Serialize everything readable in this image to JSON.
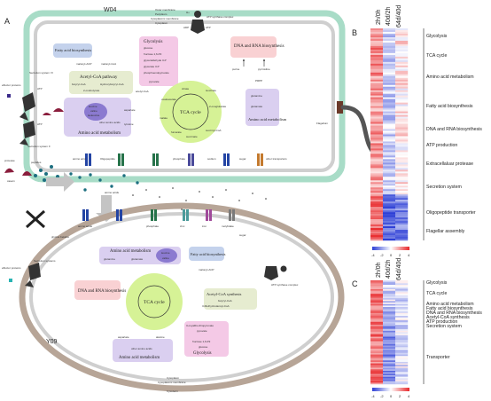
{
  "panel_labels": {
    "a": "A",
    "b": "B",
    "c": "C"
  },
  "cell_w04": {
    "name": "W04",
    "outer_membrane": "Outer membrane",
    "periplasm": "Periplasm",
    "cytoplasmic_membrane": "Cytoplasmic membrane",
    "cytoplasm": "Cytoplasm",
    "fatty_acid": "Fatty acid biosynthesis",
    "malonyl": "malonyl-ACP",
    "malonylcoa": "malonyl-CoA",
    "glycolysis_title": "Glycolysis",
    "glycolysis_items": [
      "glucose",
      "fructose 1,6-P2",
      "glyceraldehyde 3-P",
      "glycerate 3-P",
      "phosphoenolpyruvate",
      "pyruvate"
    ],
    "acetyl_title": "Acetyl-CoA pathway",
    "acetyl_items": [
      "butyryl-CoA",
      "Hydroxybutyryl-CoA",
      "2-oxobutyrate"
    ],
    "acetylcoa": "acetyl-CoA",
    "dna_title": "DNA and RNA biosynthesis",
    "purine": "purine",
    "pyrimidine": "pyrimidine",
    "prpp": "PRPP",
    "atp_complex": "ATP synthase complex",
    "tca": "TCA cycle",
    "tca_items": [
      "citrate",
      "isocitrate",
      "2-oxoglutarate",
      "succinyl-CoA",
      "succinate",
      "fumarate",
      "malate",
      "oxaloacetate"
    ],
    "amino_title": "Amino acid metabolism",
    "amino_items": [
      "leucine",
      "valine",
      "isoleucine",
      "other amino acids",
      "aspartate",
      "tyrosine"
    ],
    "aa_right_title": "Amino acid metabolism",
    "aa_right_items": [
      "glutamine",
      "glutamate"
    ],
    "secretion6": "Secretion system VI",
    "secretion2": "Secretion system II",
    "effector": "effector proteins",
    "protease": "protease",
    "peptides": "peptides",
    "casein": "casein",
    "amino_acids": "amino acids",
    "flagellum": "Flagellum",
    "transporters": [
      "amino acid",
      "Oligopeptide",
      "phosphate",
      "sodium",
      "sugar",
      "other transporters"
    ],
    "atp": "ATP",
    "adp": "ADP",
    "h": "H+"
  },
  "cell_y09": {
    "name": "Y09",
    "cytoplasm": "Cytoplasm",
    "cytoplasmic_membrane": "Cytoplasmic membrane",
    "cytoderm": "Cytoderm",
    "aa_top_title": "Amino acid metabolism",
    "aa_top_items": [
      "glutamine",
      "glutamate",
      "leucine",
      "valine"
    ],
    "fatty_acid": "Fatty acid biosynthesis",
    "malonyl": "malonyl-ACP",
    "dna_title": "DNA and RNA biosynthesis",
    "tca": "TCA cycle",
    "acetyl_title": "Acetyl-CoA synthesis",
    "butyryl": "butyryl-CoA",
    "methyl": "3-Methyl-butanoyl-CoA",
    "glycolysis_title": "Glycolysis",
    "glycolysis_items": [
      "3-oxyalibo-thiopyruvate",
      "pyruvate",
      "fructose 1,6-P2",
      "glucose"
    ],
    "amino_bottom_title": "Amino acid metabolism",
    "amino_bottom_items": [
      "aspartate",
      "alanine",
      "other amino acids"
    ],
    "effector": "effector proteins",
    "secretion": "Secretion systems",
    "atp_complex": "ATP synthase complex",
    "glycine": "glycine betaine",
    "transporters": [
      "amino acids",
      "phosphate",
      "zinc",
      "iron",
      "molybdate",
      "sugar"
    ]
  },
  "heatmap_b": {
    "headers": [
      "2h/0h",
      "40d/2h",
      "64d/40d"
    ],
    "categories": [
      "Glycolysis",
      "TCA cycle",
      "Amino acid metabolism",
      "Fatty acid biosynthesis",
      "DNA and RNA biosynthesis",
      "ATP production",
      "Extracellaluar protease",
      "Secretion system",
      "Oligopeptide transporter",
      "Flagellar assembly"
    ],
    "scale": [
      "-4",
      "-2",
      "0",
      "2",
      "4"
    ]
  },
  "heatmap_c": {
    "headers": [
      "2h/0h",
      "40d/2h",
      "64d/40d"
    ],
    "categories": [
      "Glycolysis",
      "TCA cycle",
      "Amino acid metabolism",
      "Fatty acid biosynthesis",
      "DNA and RNA biosynthesis",
      "Acetyl-CoA synthesis",
      "ATP production",
      "Secretion system",
      "Transporter"
    ],
    "scale": [
      "-4",
      "-2",
      "0",
      "2",
      "4"
    ]
  },
  "colors": {
    "w04_wall": "#a8dcc7",
    "y09_wall": "#b7a597",
    "membrane": "#cfcfcf",
    "tca": "#d6f296",
    "amino": "#dacff0",
    "glyco": "#f4c9e6",
    "dna": "#f9d1d3",
    "fatty": "#c4d2ec",
    "acetyl": "#e6ecd0",
    "heat_red": "#e8282b",
    "heat_blue": "#2d3fd6"
  }
}
